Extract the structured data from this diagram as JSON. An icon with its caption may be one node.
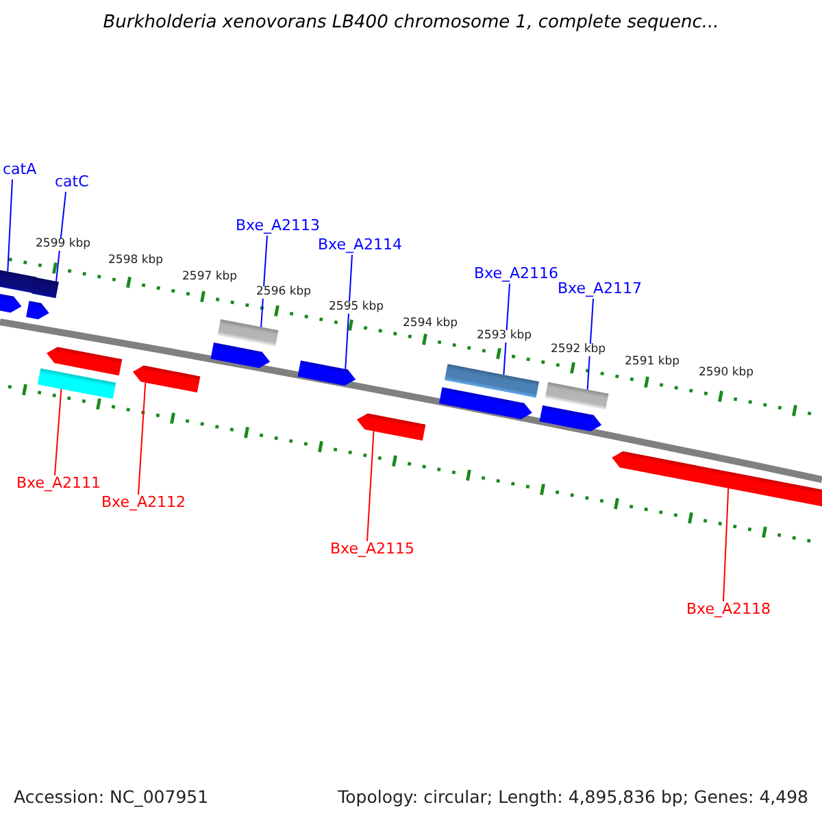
{
  "diagram": {
    "title": "Burkholderia xenovorans LB400 chromosome 1, complete sequenc...",
    "nodes": [
      {
        "text": [
          "catA"
        ]
      },
      {
        "text": [
          "catC"
        ]
      },
      {
        "text": [
          "Bxe_A2113"
        ]
      },
      {
        "text": [
          "Bxe_A2114"
        ]
      },
      {
        "text": [
          "Bxe_A2116"
        ]
      },
      {
        "text": [
          "Bxe_A2117"
        ]
      },
      {
        "text": [
          "Bxe_A2111"
        ]
      },
      {
        "text": [
          "Bxe_A2112"
        ]
      },
      {
        "text": [
          "Bxe_A2115"
        ]
      },
      {
        "text": [
          "Bxe_A2118"
        ]
      },
      {
        "text": [],
        "shape": "bar"
      },
      {
        "text": [],
        "shape": "bar"
      },
      {
        "text": [],
        "shape": "pentagon"
      },
      {
        "text": [],
        "shape": "pentagon"
      },
      {
        "text": [],
        "shape": "bar"
      },
      {
        "text": [],
        "shape": "pentagon"
      },
      {
        "text": [],
        "shape": "pentagon"
      },
      {
        "text": [],
        "shape": "bar"
      },
      {
        "text": [],
        "shape": "pentagon"
      },
      {
        "text": [],
        "shape": "bar"
      },
      {
        "text": [],
        "shape": "pentagon"
      },
      {
        "text": [],
        "shape": "pentagon"
      },
      {
        "text": [],
        "shape": "bar"
      },
      {
        "text": [],
        "shape": "pentagon"
      },
      {
        "text": [],
        "shape": "pentagon"
      },
      {
        "text": [],
        "shape": "pentagon"
      }
    ],
    "edges": [
      {
        "from": 0,
        "to": 10,
        "arrow": "none"
      },
      {
        "from": 1,
        "to": 11,
        "arrow": "none"
      },
      {
        "from": 2,
        "to": 14,
        "arrow": "none"
      },
      {
        "from": 3,
        "to": 16,
        "arrow": "none"
      },
      {
        "from": 4,
        "to": 17,
        "arrow": "none"
      },
      {
        "from": 5,
        "to": 19,
        "arrow": "none"
      },
      {
        "from": 6,
        "to": 22,
        "arrow": "none",
        "color": "#ff0000"
      },
      {
        "from": 7,
        "to": 23,
        "arrow": "none",
        "color": "#ff0000"
      },
      {
        "from": 8,
        "to": 24,
        "arrow": "none",
        "color": "#ff0000"
      },
      {
        "from": 9,
        "to": 25,
        "arrow": "none",
        "color": "#ff0000"
      }
    ],
    "labels": [
      "2599 kbp",
      "2598 kbp",
      "2597 kbp",
      "2596 kbp",
      "2595 kbp",
      "2594 kbp",
      "2593 kbp",
      "2592 kbp",
      "2591 kbp",
      "2590 kbp",
      "Accession: NC_007951",
      "Topology: circular; Length: 4,895,836 bp; Genes: 4,498"
    ]
  }
}
